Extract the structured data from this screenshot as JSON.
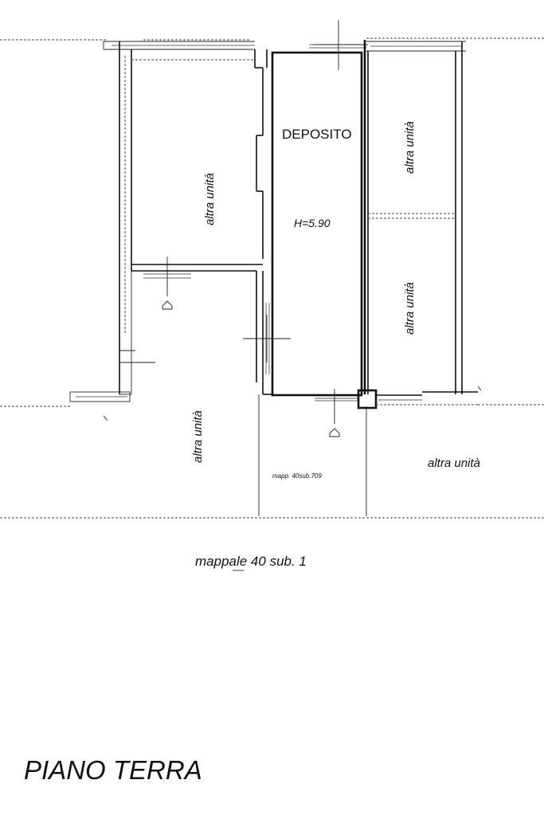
{
  "rooms": {
    "deposito_label": "DEPOSITO",
    "deposito_height": "H=5.90",
    "neighbor_top_right": "altra unità",
    "neighbor_mid_right": "altra unità",
    "neighbor_left_room": "altra unità",
    "neighbor_bottom_left": "altra unità",
    "neighbor_bottom_right": "altra unità",
    "courtyard_note": "mapp. 40sub.709"
  },
  "parcel_label": "mappale 40 sub. 1",
  "floor_title": "PIANO TERRA"
}
